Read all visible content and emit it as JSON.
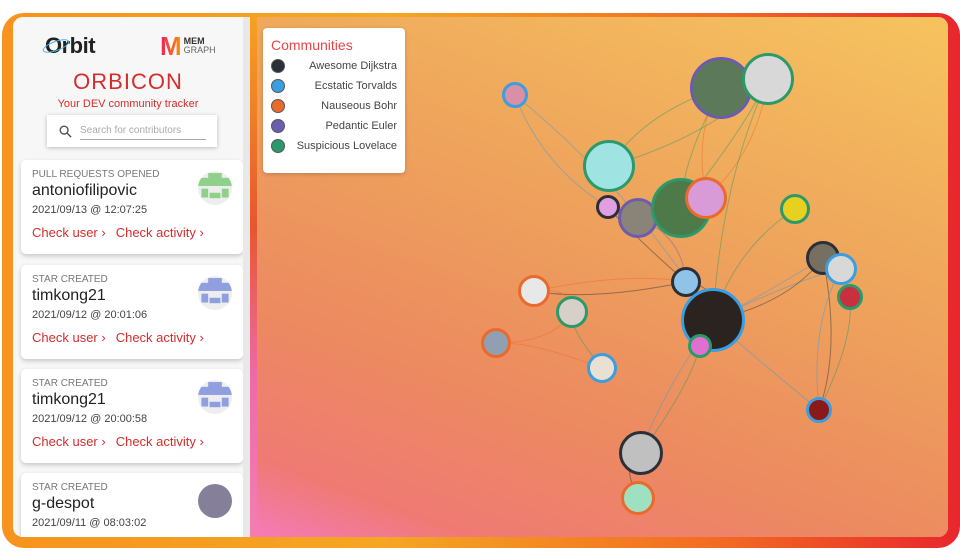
{
  "header": {
    "orbit_logo": "Orbit",
    "memgraph_logo": "MEM GRAPH",
    "title": "ORBICON",
    "subtitle": "Your DEV community tracker"
  },
  "search": {
    "placeholder": "Search for contributors"
  },
  "cards": [
    {
      "type": "PULL REQUESTS OPENED",
      "user": "antoniofilipovic",
      "time": "2021/09/13 @ 12:07:25",
      "check_user": "Check user ›",
      "check_activity": "Check activity ›",
      "avatar_color": "#8fd18a"
    },
    {
      "type": "STAR CREATED",
      "user": "timkong21",
      "time": "2021/09/12 @ 20:01:06",
      "check_user": "Check user ›",
      "check_activity": "Check activity ›",
      "avatar_color": "#8f9fe0"
    },
    {
      "type": "STAR CREATED",
      "user": "timkong21",
      "time": "2021/09/12 @ 20:00:58",
      "check_user": "Check user ›",
      "check_activity": "Check activity ›",
      "avatar_color": "#8f9fe0"
    },
    {
      "type": "STAR CREATED",
      "user": "g-despot",
      "time": "2021/09/11 @ 08:03:02",
      "avatar_color": "#857f9a"
    }
  ],
  "legend": {
    "title": "Communities",
    "items": [
      {
        "label": "Awesome Dijkstra",
        "color": "#2b2f38"
      },
      {
        "label": "Ecstatic Torvalds",
        "color": "#3a9ee0"
      },
      {
        "label": "Nauseous Bohr",
        "color": "#ea6a2c"
      },
      {
        "label": "Pedantic Euler",
        "color": "#6c5cb0"
      },
      {
        "label": "Suspicious Lovelace",
        "color": "#2a9a6a"
      }
    ]
  },
  "graph": {
    "nodes": [
      {
        "community": 2,
        "fill": "#d98fa5"
      },
      {
        "community": 4,
        "fill": "#5c7a5a"
      },
      {
        "community": 5,
        "fill": "#d8d8d8"
      },
      {
        "community": 5,
        "fill": "#9fe3e3"
      },
      {
        "community": 1,
        "fill": "#e0a0e0"
      },
      {
        "community": 4,
        "fill": "#8a8478"
      },
      {
        "community": 5,
        "fill": "#4d7a48"
      },
      {
        "community": 3,
        "fill": "#d99ad8"
      },
      {
        "community": 5,
        "fill": "#e8d020"
      },
      {
        "community": 1,
        "fill": "#8fc3e8"
      },
      {
        "community": 2,
        "fill": "#2a2320"
      },
      {
        "community": 5,
        "fill": "#e070d0"
      },
      {
        "community": 1,
        "fill": "#777060"
      },
      {
        "community": 2,
        "fill": "#d8d8d8"
      },
      {
        "community": 5,
        "fill": "#c83040"
      },
      {
        "community": 2,
        "fill": "#8a1a1a"
      },
      {
        "community": 3,
        "fill": "#e8e8e8"
      },
      {
        "community": 5,
        "fill": "#d8d0c8"
      },
      {
        "community": 3,
        "fill": "#90a0b0"
      },
      {
        "community": 2,
        "fill": "#e8e0d0"
      },
      {
        "community": 1,
        "fill": "#c0c0c0"
      },
      {
        "community": 3,
        "fill": "#9fe0c0"
      }
    ],
    "edges": [
      [
        0,
        4
      ],
      [
        0,
        10
      ],
      [
        3,
        1
      ],
      [
        3,
        2
      ],
      [
        4,
        9
      ],
      [
        5,
        9
      ],
      [
        6,
        1
      ],
      [
        6,
        2
      ],
      [
        7,
        1
      ],
      [
        7,
        2
      ],
      [
        8,
        10
      ],
      [
        9,
        10
      ],
      [
        10,
        12
      ],
      [
        10,
        13
      ],
      [
        10,
        15
      ],
      [
        12,
        15
      ],
      [
        13,
        15
      ],
      [
        14,
        15
      ],
      [
        9,
        16
      ],
      [
        16,
        17
      ],
      [
        17,
        19
      ],
      [
        18,
        17
      ],
      [
        18,
        19
      ],
      [
        16,
        9
      ],
      [
        10,
        20
      ],
      [
        11,
        20
      ],
      [
        20,
        21
      ],
      [
        12,
        10
      ],
      [
        2,
        10
      ]
    ]
  }
}
